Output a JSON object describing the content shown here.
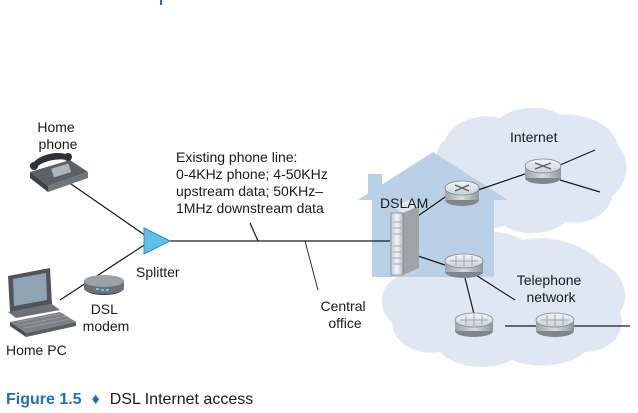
{
  "labels": {
    "home_phone": [
      "Home",
      "phone"
    ],
    "phone_line": [
      "Existing phone line:",
      "0-4KHz phone; 4-50KHz",
      "upstream data; 50KHz–",
      "1MHz downstream data"
    ],
    "dslam": "DSLAM",
    "internet": "Internet",
    "splitter": "Splitter",
    "dsl_modem": [
      "DSL",
      "modem"
    ],
    "central_office": [
      "Central",
      "office"
    ],
    "telephone_network": [
      "Telephone",
      "network"
    ],
    "home_pc": "Home PC"
  },
  "caption": {
    "figure": "Figure 1.5",
    "separator": "♦",
    "text": "DSL Internet access"
  },
  "colors": {
    "caption_accent": "#1d6fc2",
    "house": "#b9d0e6",
    "cloud": "#dfe8f2",
    "splitter": "#5fc0e8"
  },
  "icons": {
    "phone": "telephone-icon",
    "pc": "desktop-computer-icon",
    "modem": "dsl-modem-icon",
    "dslam": "dslam-rack-icon",
    "router": "router-icon",
    "switch": "telephone-switch-icon"
  }
}
